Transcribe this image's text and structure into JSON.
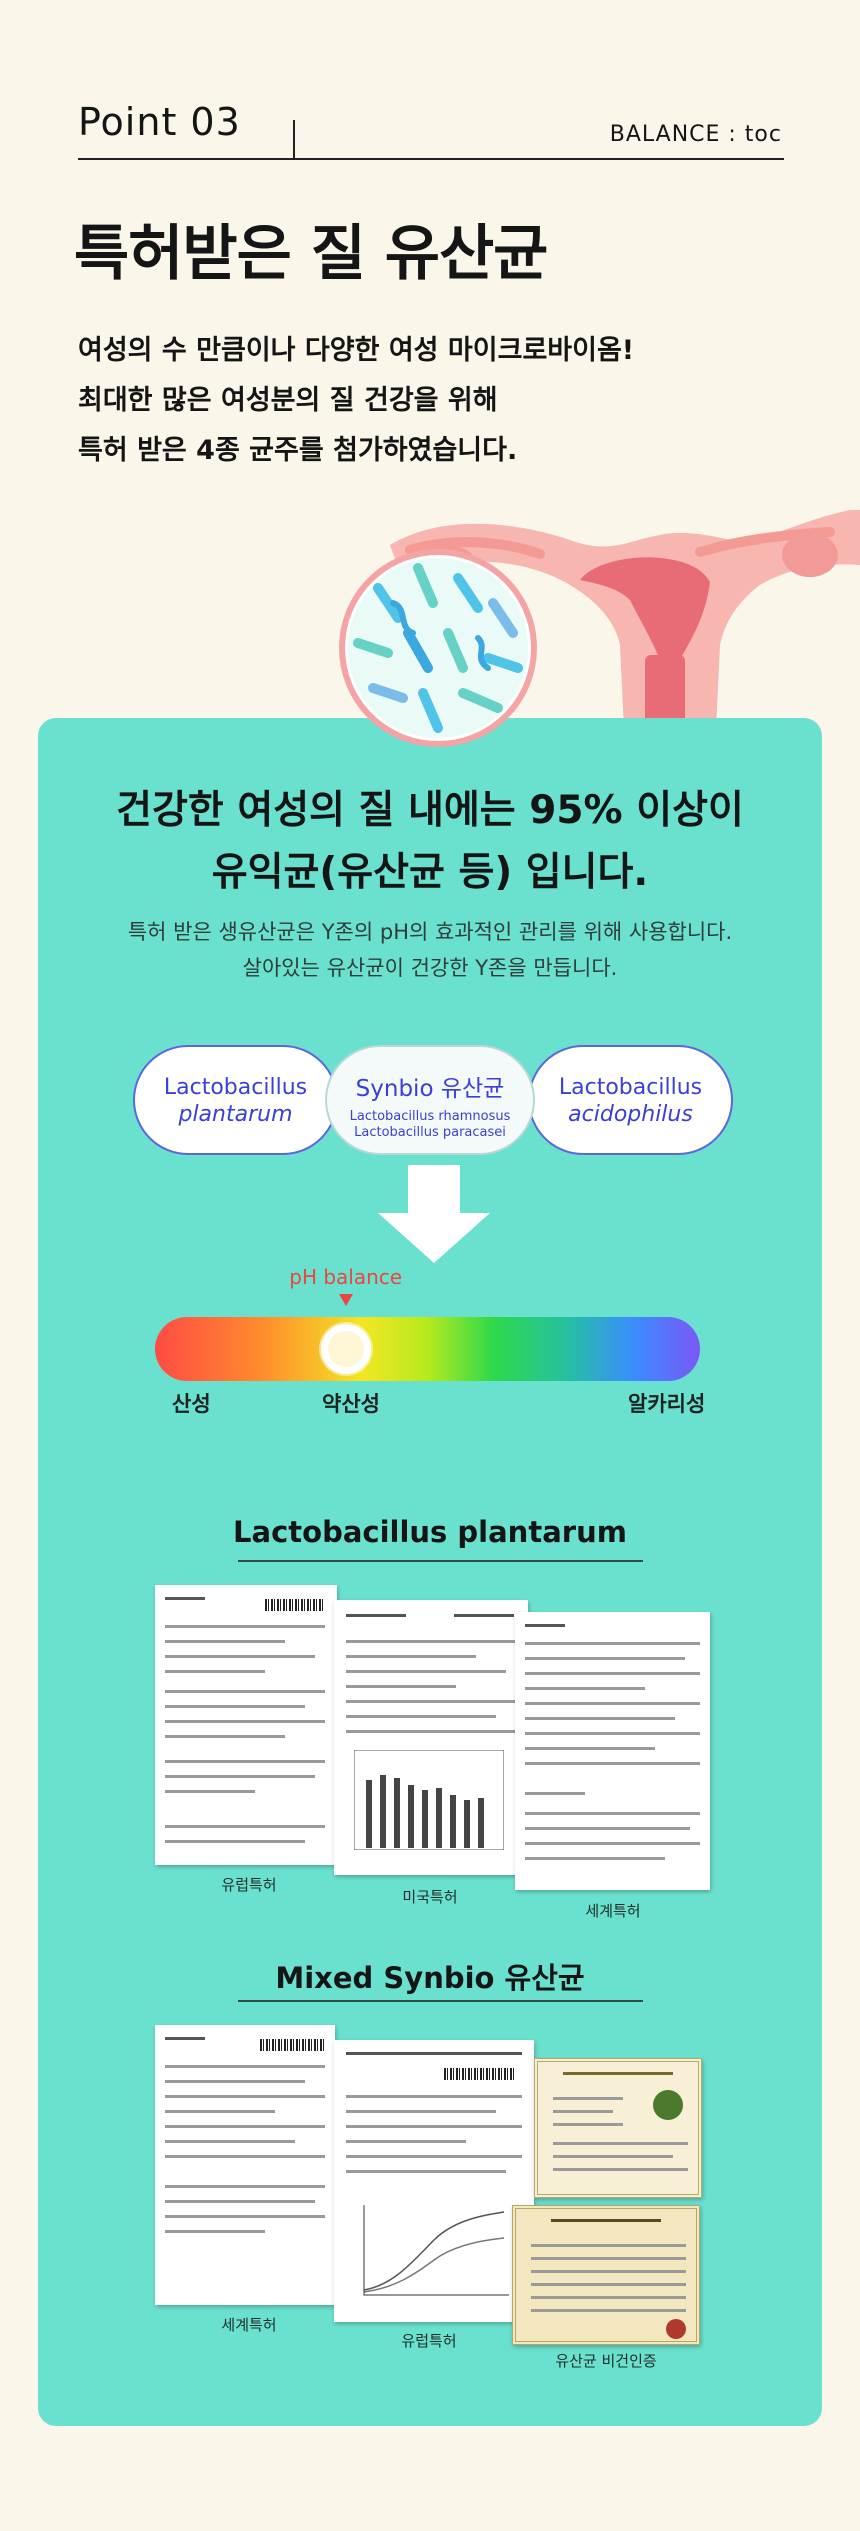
{
  "header": {
    "point": "Point 03",
    "brand": "BALANCE : toc"
  },
  "title": "특허받은 질 유산균",
  "intro": [
    "여성의 수 만큼이나 다양한 여성 마이크로바이옴!",
    "최대한 많은 여성분의 질 건강을 위해",
    "특허 받은 4종 균주를 첨가하였습니다."
  ],
  "panel": {
    "title_line1": "건강한 여성의 질 내에는 95% 이상이",
    "title_line2": "유익균(유산균 등) 입니다.",
    "desc_line1": "특허 받은 생유산균은 Y존의 pH의 효과적인 관리를 위해 사용합니다.",
    "desc_line2": "살아있는 유산균이 건강한 Y존을 만듭니다."
  },
  "strains": {
    "left": {
      "line1": "Lactobacillus",
      "line2": "plantarum"
    },
    "middle": {
      "line1": "Synbio 유산균",
      "sub1": "Lactobacillus rhamnosus",
      "sub2": "Lactobacillus paracasei"
    },
    "right": {
      "line1": "Lactobacillus",
      "line2": "acidophilus"
    }
  },
  "ph": {
    "label": "pH balance",
    "marker_fraction": 0.35,
    "ticks": [
      "산성",
      "약산성",
      "알카리성"
    ]
  },
  "section1": {
    "title": "Lactobacillus plantarum",
    "captions": [
      "유럽특허",
      "미국특허",
      "세계특허"
    ]
  },
  "section2": {
    "title": "Mixed Synbio 유산균",
    "captions": [
      "세계특허",
      "유럽특허",
      "유산균 비건인증"
    ]
  },
  "colors": {
    "background": "#fbf6ea",
    "panel": "#6ae0ce",
    "accent_blue": "#3a3fd9",
    "ph_red": "#e94741"
  }
}
